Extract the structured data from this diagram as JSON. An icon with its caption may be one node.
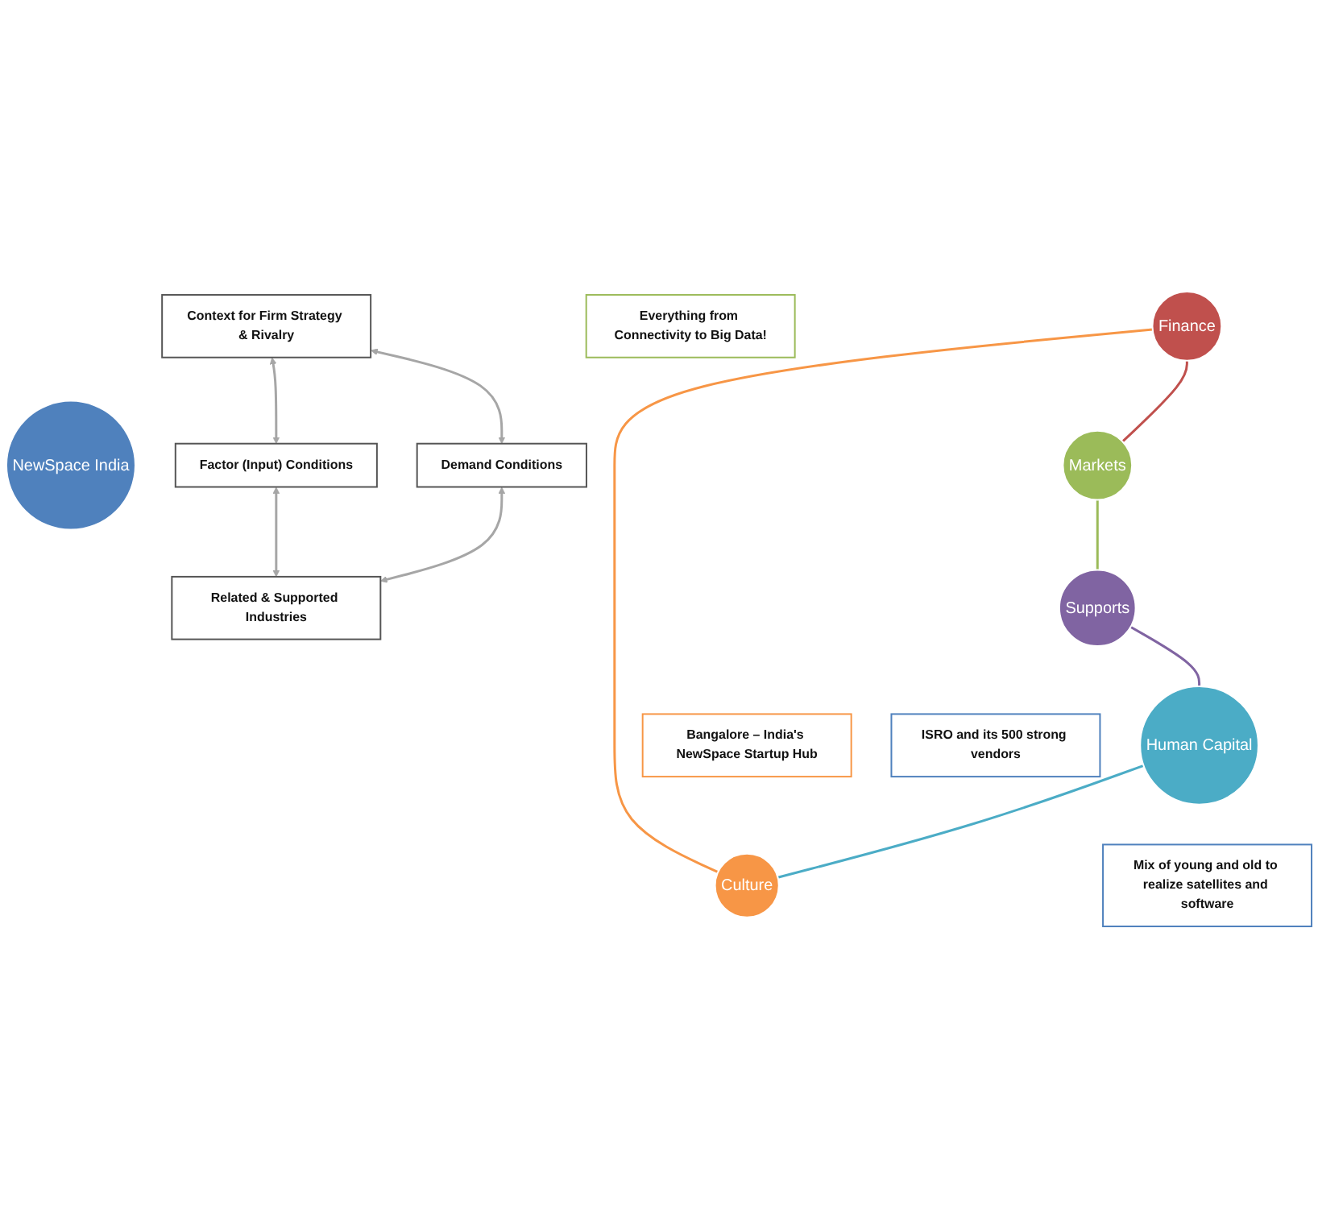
{
  "diagram": {
    "nodes": [
      {
        "text": [
          "Finance"
        ]
      },
      {
        "text": [
          "Context for Firm Strategy & Rivalry"
        ]
      },
      {
        "text": [
          "Bangalore – India's NewSpace Startup Hub"
        ]
      },
      {
        "text": [
          "Everything from Connectivity to Big Data!"
        ]
      },
      {
        "text": [
          "Culture"
        ]
      },
      {
        "text": [
          "Markets"
        ]
      },
      {
        "text": [
          "NewSpace India"
        ]
      },
      {
        "text": [
          "Factor (Input) Conditions"
        ]
      },
      {
        "text": [
          "Demand Conditions"
        ]
      },
      {
        "text": [
          "Related & Supported Industries"
        ]
      },
      {
        "text": [
          "Human Capital"
        ]
      },
      {
        "text": [
          "Supports"
        ]
      },
      {
        "text": [
          "Mix of young and old to realize satellites and software"
        ]
      },
      {
        "text": [
          "ISRO and its 500 strong vendors"
        ]
      }
    ],
    "edges": [
      {
        "from": 1,
        "to": 7,
        "arrow": "both",
        "color": "#a6a6a6"
      },
      {
        "from": 1,
        "to": 8,
        "arrow": "both",
        "color": "#a6a6a6"
      },
      {
        "from": 8,
        "to": 9,
        "arrow": "both",
        "color": "#a6a6a6"
      },
      {
        "from": 7,
        "to": 9,
        "arrow": "both",
        "color": "#a6a6a6"
      },
      {
        "from": 0,
        "to": 5,
        "arrow": "none",
        "color": "#c0504d"
      },
      {
        "from": 5,
        "to": 11,
        "arrow": "none",
        "color": "#9bbb59"
      },
      {
        "from": 11,
        "to": 10,
        "arrow": "none",
        "color": "#8064a2"
      },
      {
        "from": 10,
        "to": 4,
        "arrow": "none",
        "color": "#4bacc6"
      },
      {
        "from": 4,
        "to": 0,
        "arrow": "none",
        "color": "#f79646"
      }
    ]
  }
}
